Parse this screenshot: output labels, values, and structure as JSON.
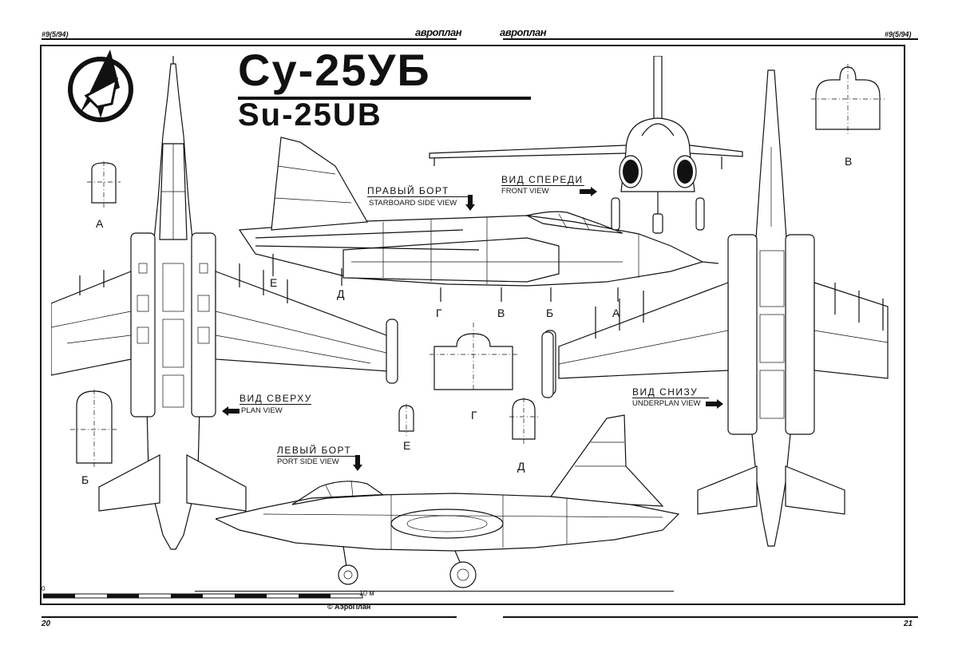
{
  "header": {
    "issue_left": "#9(5/94)",
    "issue_right": "#9(5/94)",
    "brand_left": "авроплан",
    "brand_right": "авроплан"
  },
  "title": {
    "ru": "Су-25УБ",
    "en": "Su-25UB"
  },
  "views": {
    "starboard_ru": "ПРАВЫЙ БОРТ",
    "starboard_en": "STARBOARD SIDE VIEW",
    "front_ru": "ВИД СПЕРЕДИ",
    "front_en": "FRONT VIEW",
    "plan_ru": "ВИД СВЕРХУ",
    "plan_en": "PLAN VIEW",
    "under_ru": "ВИД СНИЗУ",
    "under_en": "UNDERPLAN VIEW",
    "port_ru": "ЛЕВЫЙ БОРТ",
    "port_en": "PORT SIDE VIEW"
  },
  "sections": {
    "a_left": "А",
    "b_left": "Б",
    "v_right": "В",
    "e_side": "Е",
    "d_side": "Д",
    "g_side": "Г",
    "v_side": "В",
    "b_side": "Б",
    "a_side": "А",
    "g_center": "Г",
    "e_center": "Е",
    "d_center": "Д"
  },
  "scale": {
    "zero": "0",
    "ten": "10 м"
  },
  "copyright": "© АэроПлан",
  "pages": {
    "left": "20",
    "right": "21"
  },
  "colors": {
    "ink": "#111111",
    "paper": "#ffffff"
  }
}
